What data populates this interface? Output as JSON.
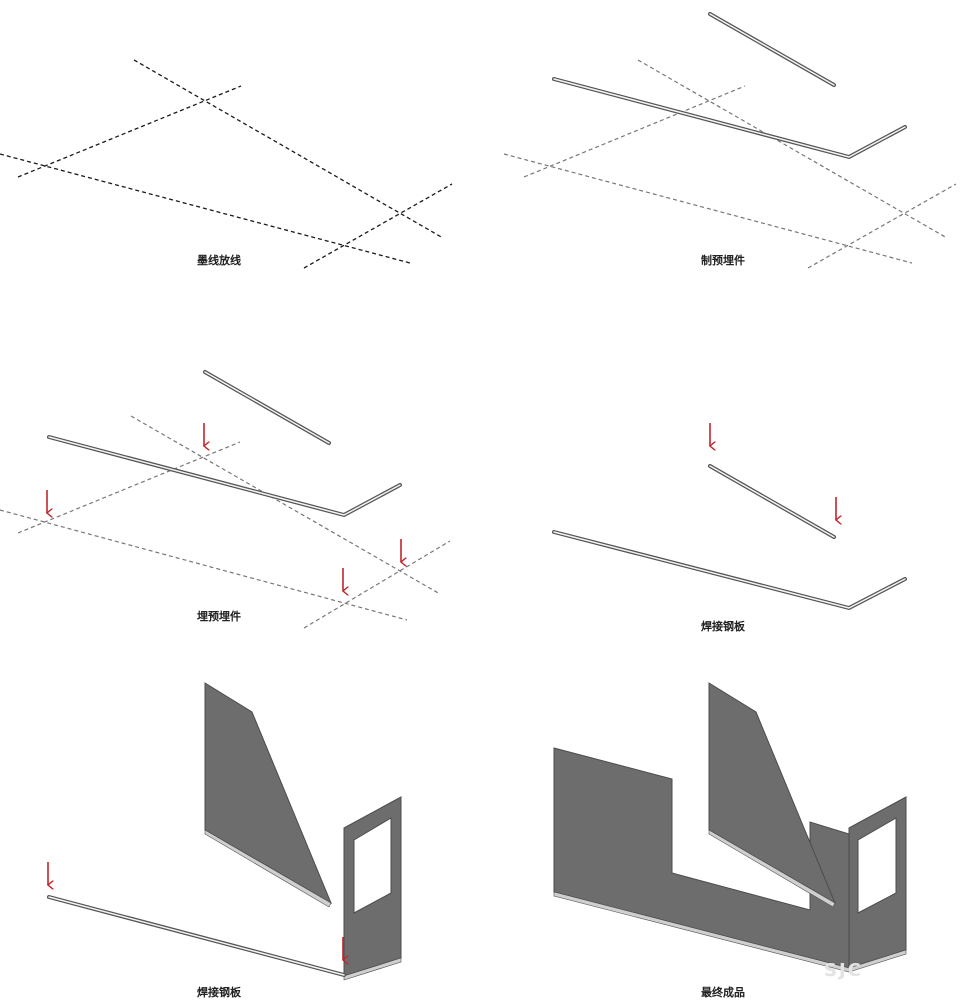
{
  "colors": {
    "background": "#ffffff",
    "dashed_line_dark": "#1a1a1a",
    "dashed_line_gray": "#777777",
    "steel_edge": "#555555",
    "steel_face": "#f4f4f4",
    "panel_fill": "#6d6d6e",
    "panel_edge": "#4c4c4c",
    "arrow_red": "#c0272d",
    "window_fill": "#ffffff"
  },
  "steps": [
    {
      "caption": "墨线放线"
    },
    {
      "caption": "制预埋件"
    },
    {
      "caption": "埋预埋件"
    },
    {
      "caption": "焊接钢板"
    },
    {
      "caption": "焊接钢板"
    },
    {
      "caption": "最终成品"
    }
  ],
  "watermark": "SJC"
}
